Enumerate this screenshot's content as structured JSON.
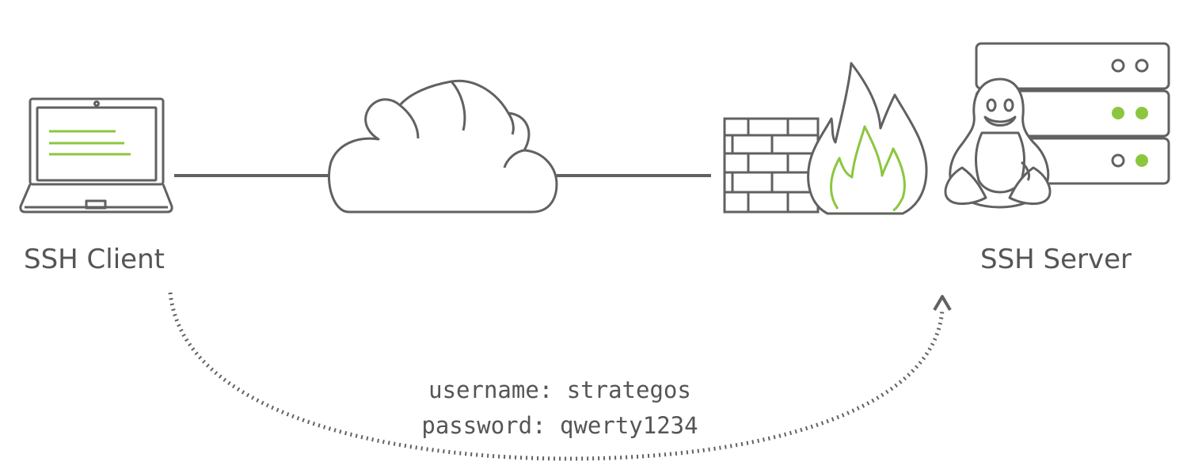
{
  "nodes": {
    "client": {
      "label": "SSH Client"
    },
    "server": {
      "label": "SSH Server"
    }
  },
  "credentials": {
    "username_line": "username: strategos",
    "password_line": "password: qwerty1234"
  },
  "colors": {
    "stroke": "#616161",
    "accent": "#8cc63f",
    "text": "#555555"
  },
  "icons": [
    "laptop-icon",
    "cloud-icon",
    "firewall-icon",
    "fire-icon",
    "linux-penguin-icon",
    "server-rack-icon"
  ]
}
